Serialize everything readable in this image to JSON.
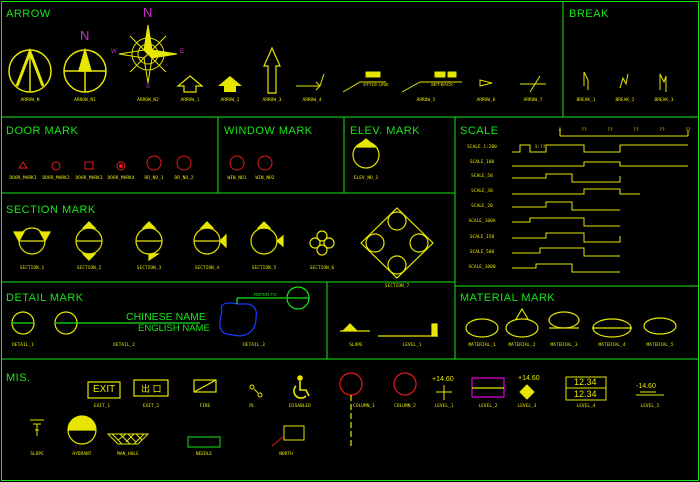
{
  "colors": {
    "background": "#000000",
    "frame": "#17e617",
    "symbol": "#e6e600",
    "compass_north": "#cc33cc",
    "detail_callout": "#1a3aff",
    "circle_red": "#e61a1a",
    "pink_box": "#e600e6"
  },
  "sections": {
    "arrow": "ARROW",
    "break": "BREAK",
    "door": "DOOR MARK",
    "window": "WINDOW MARK",
    "elev": "ELEV. MARK",
    "scale": "SCALE",
    "section": "SECTION MARK",
    "detail": "DETAIL MARK",
    "material": "MATERIAL MARK",
    "misc": "MIS."
  },
  "arrow": {
    "north_label_1": "N",
    "north_label_2": "N",
    "compass_letters": {
      "n": "N",
      "w": "W",
      "e": "E",
      "s": "S"
    },
    "captions": [
      "ARROW_N",
      "ARROW_N1",
      "ARROW_N2",
      "ARROW_1",
      "ARROW_2",
      "ARROW_3",
      "ARROW_4",
      "ARROW_5",
      "ARROW_6",
      "ARROW_7"
    ],
    "leader_text_1": "STYLE LINE",
    "leader_text_2": "SET-BACK"
  },
  "break": {
    "captions": [
      "BREAK_1",
      "BREAK_2",
      "BREAK_3"
    ]
  },
  "door": {
    "captions": [
      "DOOR_MARK1",
      "DOOR_MARK2",
      "DOOR_MARK3",
      "DOOR_MARK4",
      "DR_NO_1",
      "DR_NO_2"
    ]
  },
  "window": {
    "captions": [
      "WIN_NO1",
      "WIN_NO2"
    ]
  },
  "elev": {
    "caption": "ELEV_NO_1"
  },
  "scale": {
    "top_ticks": [
      "0",
      "??",
      "??",
      "??",
      "??",
      "??"
    ],
    "rows": [
      "SCALE 1:200",
      "SCALE_100",
      "SCALE_50",
      "SCALE_30",
      "SCALE_20",
      "SCALE_100A",
      "SCALE_150",
      "SCALE_500",
      "SCALE_1000"
    ],
    "first_bar_label": "1:??"
  },
  "section": {
    "captions": [
      "SECTION_1",
      "SECTION_2",
      "SECTION_3",
      "SECTION_4",
      "SECTION_5",
      "SECTION_6",
      "SECTION_7"
    ]
  },
  "detail": {
    "captions": [
      "DETAIL_1",
      "DETAIL_2",
      "DETAIL_3"
    ],
    "chinese_name": "CHINESE NAME",
    "english_name": "ENGLISH NAME",
    "refer_to": "REFER TO"
  },
  "level": {
    "captions": [
      "SLOPE",
      "LEVEL_1"
    ]
  },
  "material": {
    "captions": [
      "MATERIAL_1",
      "MATERIAL_2",
      "MATERIAL_3",
      "MATERIAL_4",
      "MATERIAL_5"
    ]
  },
  "misc": {
    "exit_text": "EXIT",
    "exit_cn": "出 口",
    "level_values": [
      "+14.60",
      "+14.60",
      "-14.60"
    ],
    "stacked_values": [
      "12.34",
      "12.34"
    ],
    "captions": [
      "EXIT_1",
      "EXIT_2",
      "FIRE",
      "PL",
      "DISABLED",
      "COLUMN_1",
      "COLUMN_2",
      "LEVEL_1",
      "LEVEL_2",
      "LEVEL_3",
      "LEVEL_4",
      "LEVEL_5",
      "SLOPE",
      "HYDRANT",
      "MAN_HOLE",
      "NEEDLE",
      "NORTH"
    ]
  }
}
